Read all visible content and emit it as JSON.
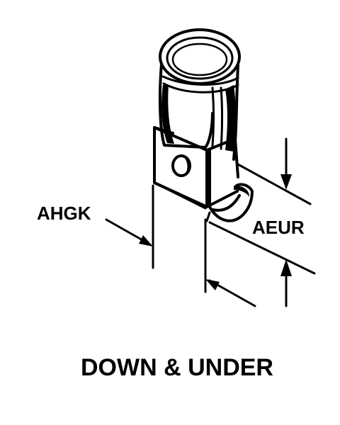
{
  "labels": {
    "width_dimension": "AHGK",
    "height_dimension": "AEUR"
  },
  "caption": "DOWN & UNDER",
  "colors": {
    "ink": "#000000",
    "background": "#ffffff"
  }
}
